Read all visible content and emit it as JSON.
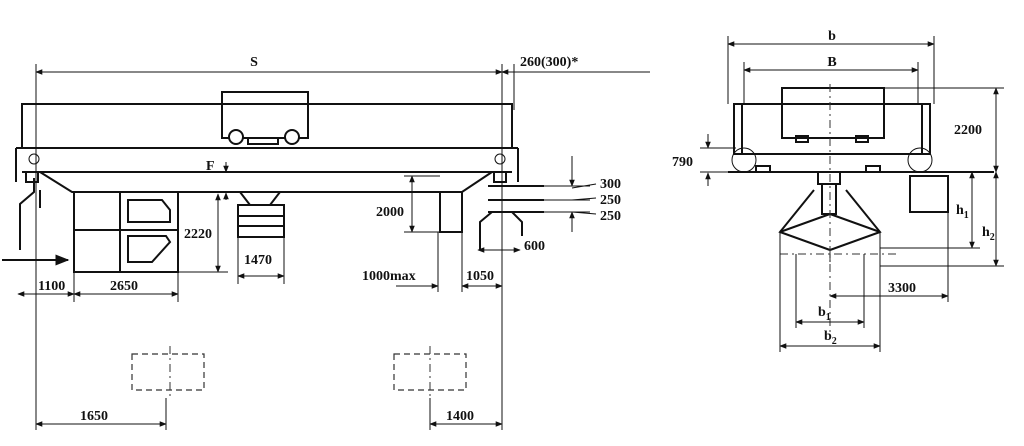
{
  "labels": {
    "S": "S",
    "clearance": "260(300)*",
    "F": "F",
    "h2220": "2220",
    "h2000": "2000",
    "w1470": "1470",
    "w1100": "1100",
    "w2650": "2650",
    "max1000": "1000max",
    "w1050": "1050",
    "w600": "600",
    "g300": "300",
    "g250a": "250",
    "g250b": "250",
    "w1650": "1650",
    "w1400": "1400",
    "b": "b",
    "B": "B",
    "h2200": "2200",
    "h790": "790",
    "w3300": "3300",
    "h1_main": "h",
    "h1_sub": "1",
    "h2_main": "h",
    "h2_sub": "2",
    "b1_main": "b",
    "b1_sub": "1",
    "b2_main": "b",
    "b2_sub": "2"
  }
}
